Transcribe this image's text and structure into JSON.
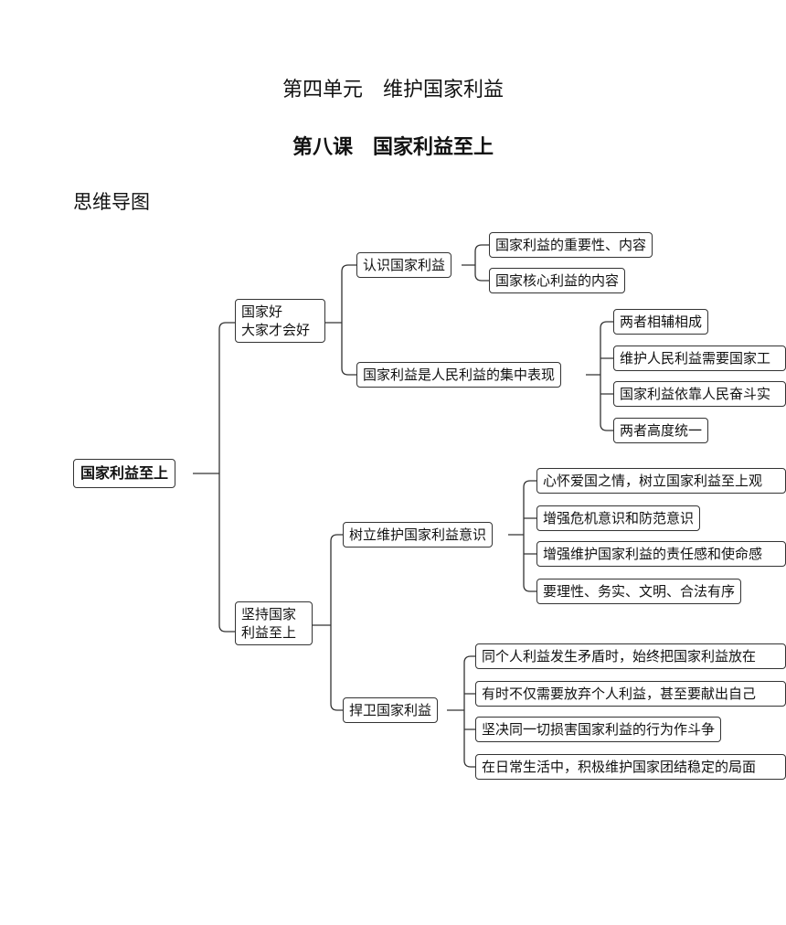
{
  "unit_title": "第四单元　维护国家利益",
  "lesson_title": "第八课　国家利益至上",
  "section_heading": "思维导图",
  "mindmap": {
    "root": "国家利益至上",
    "level1": [
      {
        "label_lines": [
          "国家好",
          "大家才会好"
        ]
      },
      {
        "label_lines": [
          "坚持国家",
          "利益至上"
        ]
      }
    ],
    "level2": [
      "认识国家利益",
      "国家利益是人民利益的集中表现",
      "树立维护国家利益意识",
      "捍卫国家利益"
    ],
    "leaves": {
      "认识国家利益": [
        "国家利益的重要性、内容",
        "国家核心利益的内容"
      ],
      "国家利益是人民利益的集中表现": [
        "两者相辅相成",
        "维护人民利益需要国家工",
        "国家利益依靠人民奋斗实",
        "两者高度统一"
      ],
      "树立维护国家利益意识": [
        "心怀爱国之情，树立国家利益至上观",
        "增强危机意识和防范意识",
        "增强维护国家利益的责任感和使命感",
        "要理性、务实、文明、合法有序"
      ],
      "捍卫国家利益": [
        "同个人利益发生矛盾时，始终把国家利益放在",
        "有时不仅需要放弃个人利益，甚至要献出自己",
        "坚决同一切损害国家利益的行为作斗争",
        "在日常生活中，积极维护国家团结稳定的局面"
      ]
    }
  }
}
